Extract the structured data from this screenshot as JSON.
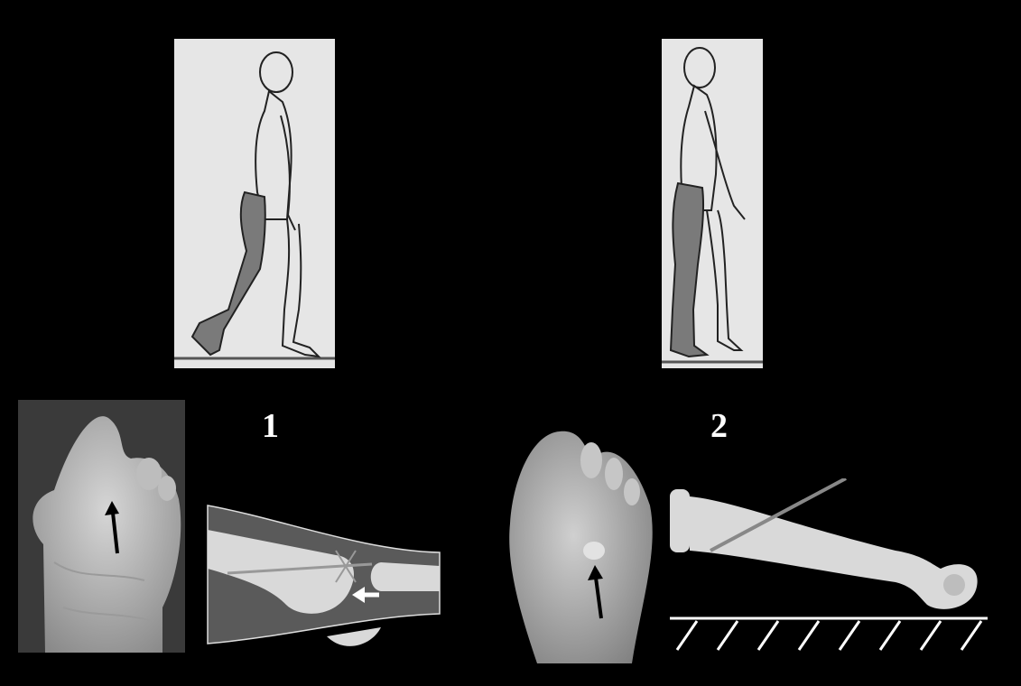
{
  "figure": {
    "background_color": "#000000",
    "panel_labels": [
      "1",
      "2"
    ],
    "colors": {
      "drawing_paper": "#e6e6e6",
      "highlight_leg": "#7a7a7a",
      "bone": "#d9d9d9",
      "tissue": "#5a5a5a",
      "arrow_dark": "#000000",
      "arrow_light": "#ffffff"
    },
    "icons": [
      "walking-figure-push-off",
      "walking-figure-stance",
      "foot-photo-dorsal",
      "foot-photo-plantar",
      "metatarsal-section",
      "metatarsal-ground-diagram"
    ]
  }
}
